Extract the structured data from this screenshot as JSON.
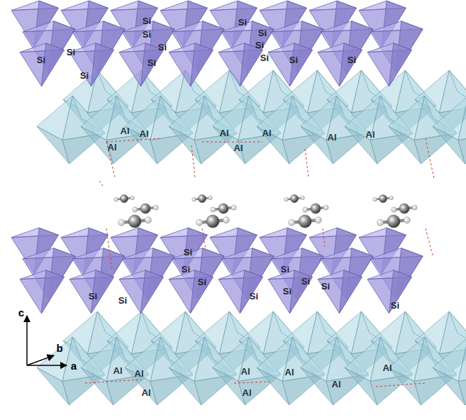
{
  "diagram": {
    "labels": [
      "Si",
      "Si",
      "Si",
      "Si",
      "Si",
      "Si",
      "Si",
      "Si",
      "Si",
      "Si",
      "Si",
      "Si",
      "Si",
      "Al",
      "Al",
      "Al",
      "Al",
      "Al",
      "Al",
      "Al",
      "Al",
      "Si",
      "Si",
      "Si",
      "Si",
      "Si",
      "Si",
      "Si",
      "Si",
      "Si",
      "Si",
      "Si",
      "Al",
      "Al",
      "Al",
      "Al",
      "Al",
      "Al",
      "Al",
      "Al",
      "c",
      "b",
      "a"
    ]
  }
}
